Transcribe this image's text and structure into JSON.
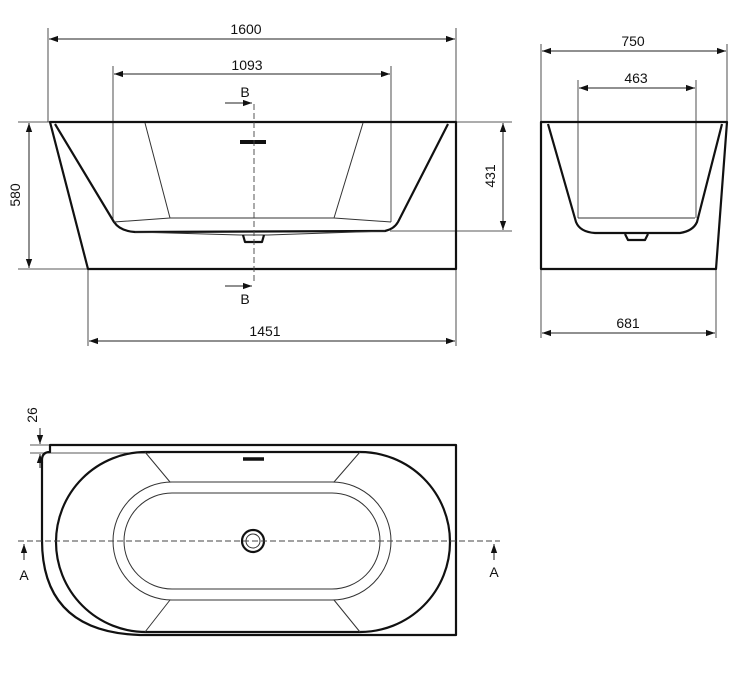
{
  "front_view": {
    "overall_length": "1600",
    "inner_length": "1093",
    "height": "580",
    "inner_depth": "431",
    "base_length": "1451",
    "section_label_top": "B",
    "section_label_bottom": "B"
  },
  "side_view": {
    "overall_width": "750",
    "inner_width": "463",
    "base_width": "681"
  },
  "top_view": {
    "rim_offset": "26",
    "section_label_left": "A",
    "section_label_right": "A"
  },
  "colors": {
    "line": "#111111",
    "background": "#ffffff"
  }
}
